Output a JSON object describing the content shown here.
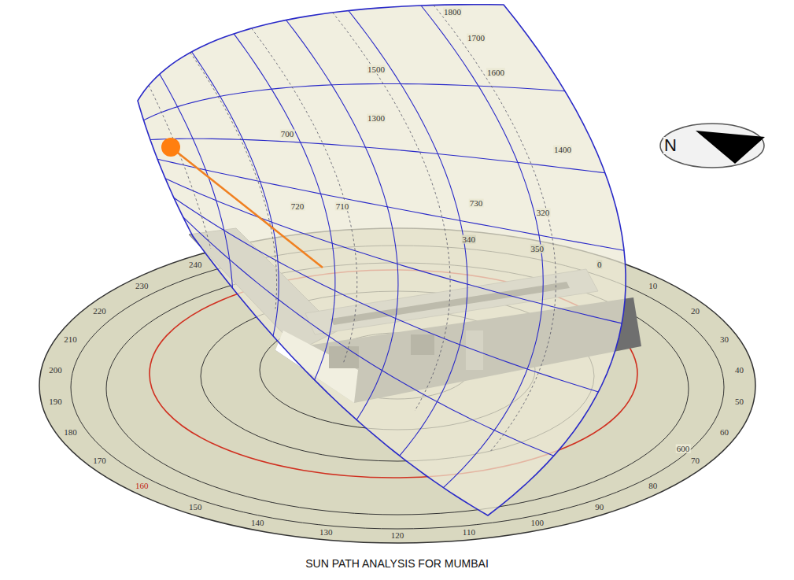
{
  "diagram": {
    "caption": "SUN PATH ANALYSIS FOR MUMBAI",
    "labels": [
      "N",
      "240",
      "230",
      "220",
      "210",
      "200",
      "190",
      "180",
      "170",
      "160",
      "150",
      "140",
      "130",
      "120",
      "110",
      "100",
      "90",
      "80",
      "70",
      "60",
      "50",
      "40",
      "30",
      "20",
      "10",
      "0",
      "350",
      "340",
      "1800",
      "1700",
      "1600",
      "1500",
      "1400",
      "1300",
      "700",
      "710",
      "720",
      "730",
      "320",
      "600"
    ]
  }
}
